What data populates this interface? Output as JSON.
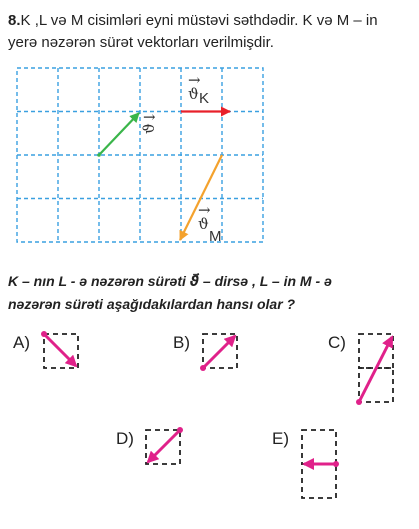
{
  "problem": {
    "number": "8.",
    "intro_line1": "K ,L və M cisimləri eyni müstəvi səthdədir. K və M – in",
    "intro_line2": "yerə nəzərən sürət vektorları verilmişdir."
  },
  "figure": {
    "grid": {
      "cols": 6,
      "rows": 4
    },
    "vectors": [
      {
        "name": "L",
        "label": "ϑ",
        "sub": "",
        "color": "#3ab54a"
      },
      {
        "name": "K",
        "label": "ϑ",
        "sub": "K",
        "color": "#e8202a"
      },
      {
        "name": "M",
        "label": "ϑ",
        "sub": "M",
        "color": "#f4a22d"
      }
    ]
  },
  "question": {
    "line1": "K – nın L - ə nəzərən sürəti ϑ⃗ – dirsə , L – in M - ə",
    "line2": "nəzərən sürəti aşağıdakılardan hansı olar ?"
  },
  "options": [
    {
      "label": "A)"
    },
    {
      "label": "B)"
    },
    {
      "label": "C)"
    },
    {
      "label": "D)"
    },
    {
      "label": "E)"
    }
  ],
  "colors": {
    "grid": "#3aa0e0",
    "answer_arrow": "#e0218a",
    "box": "#222222"
  }
}
